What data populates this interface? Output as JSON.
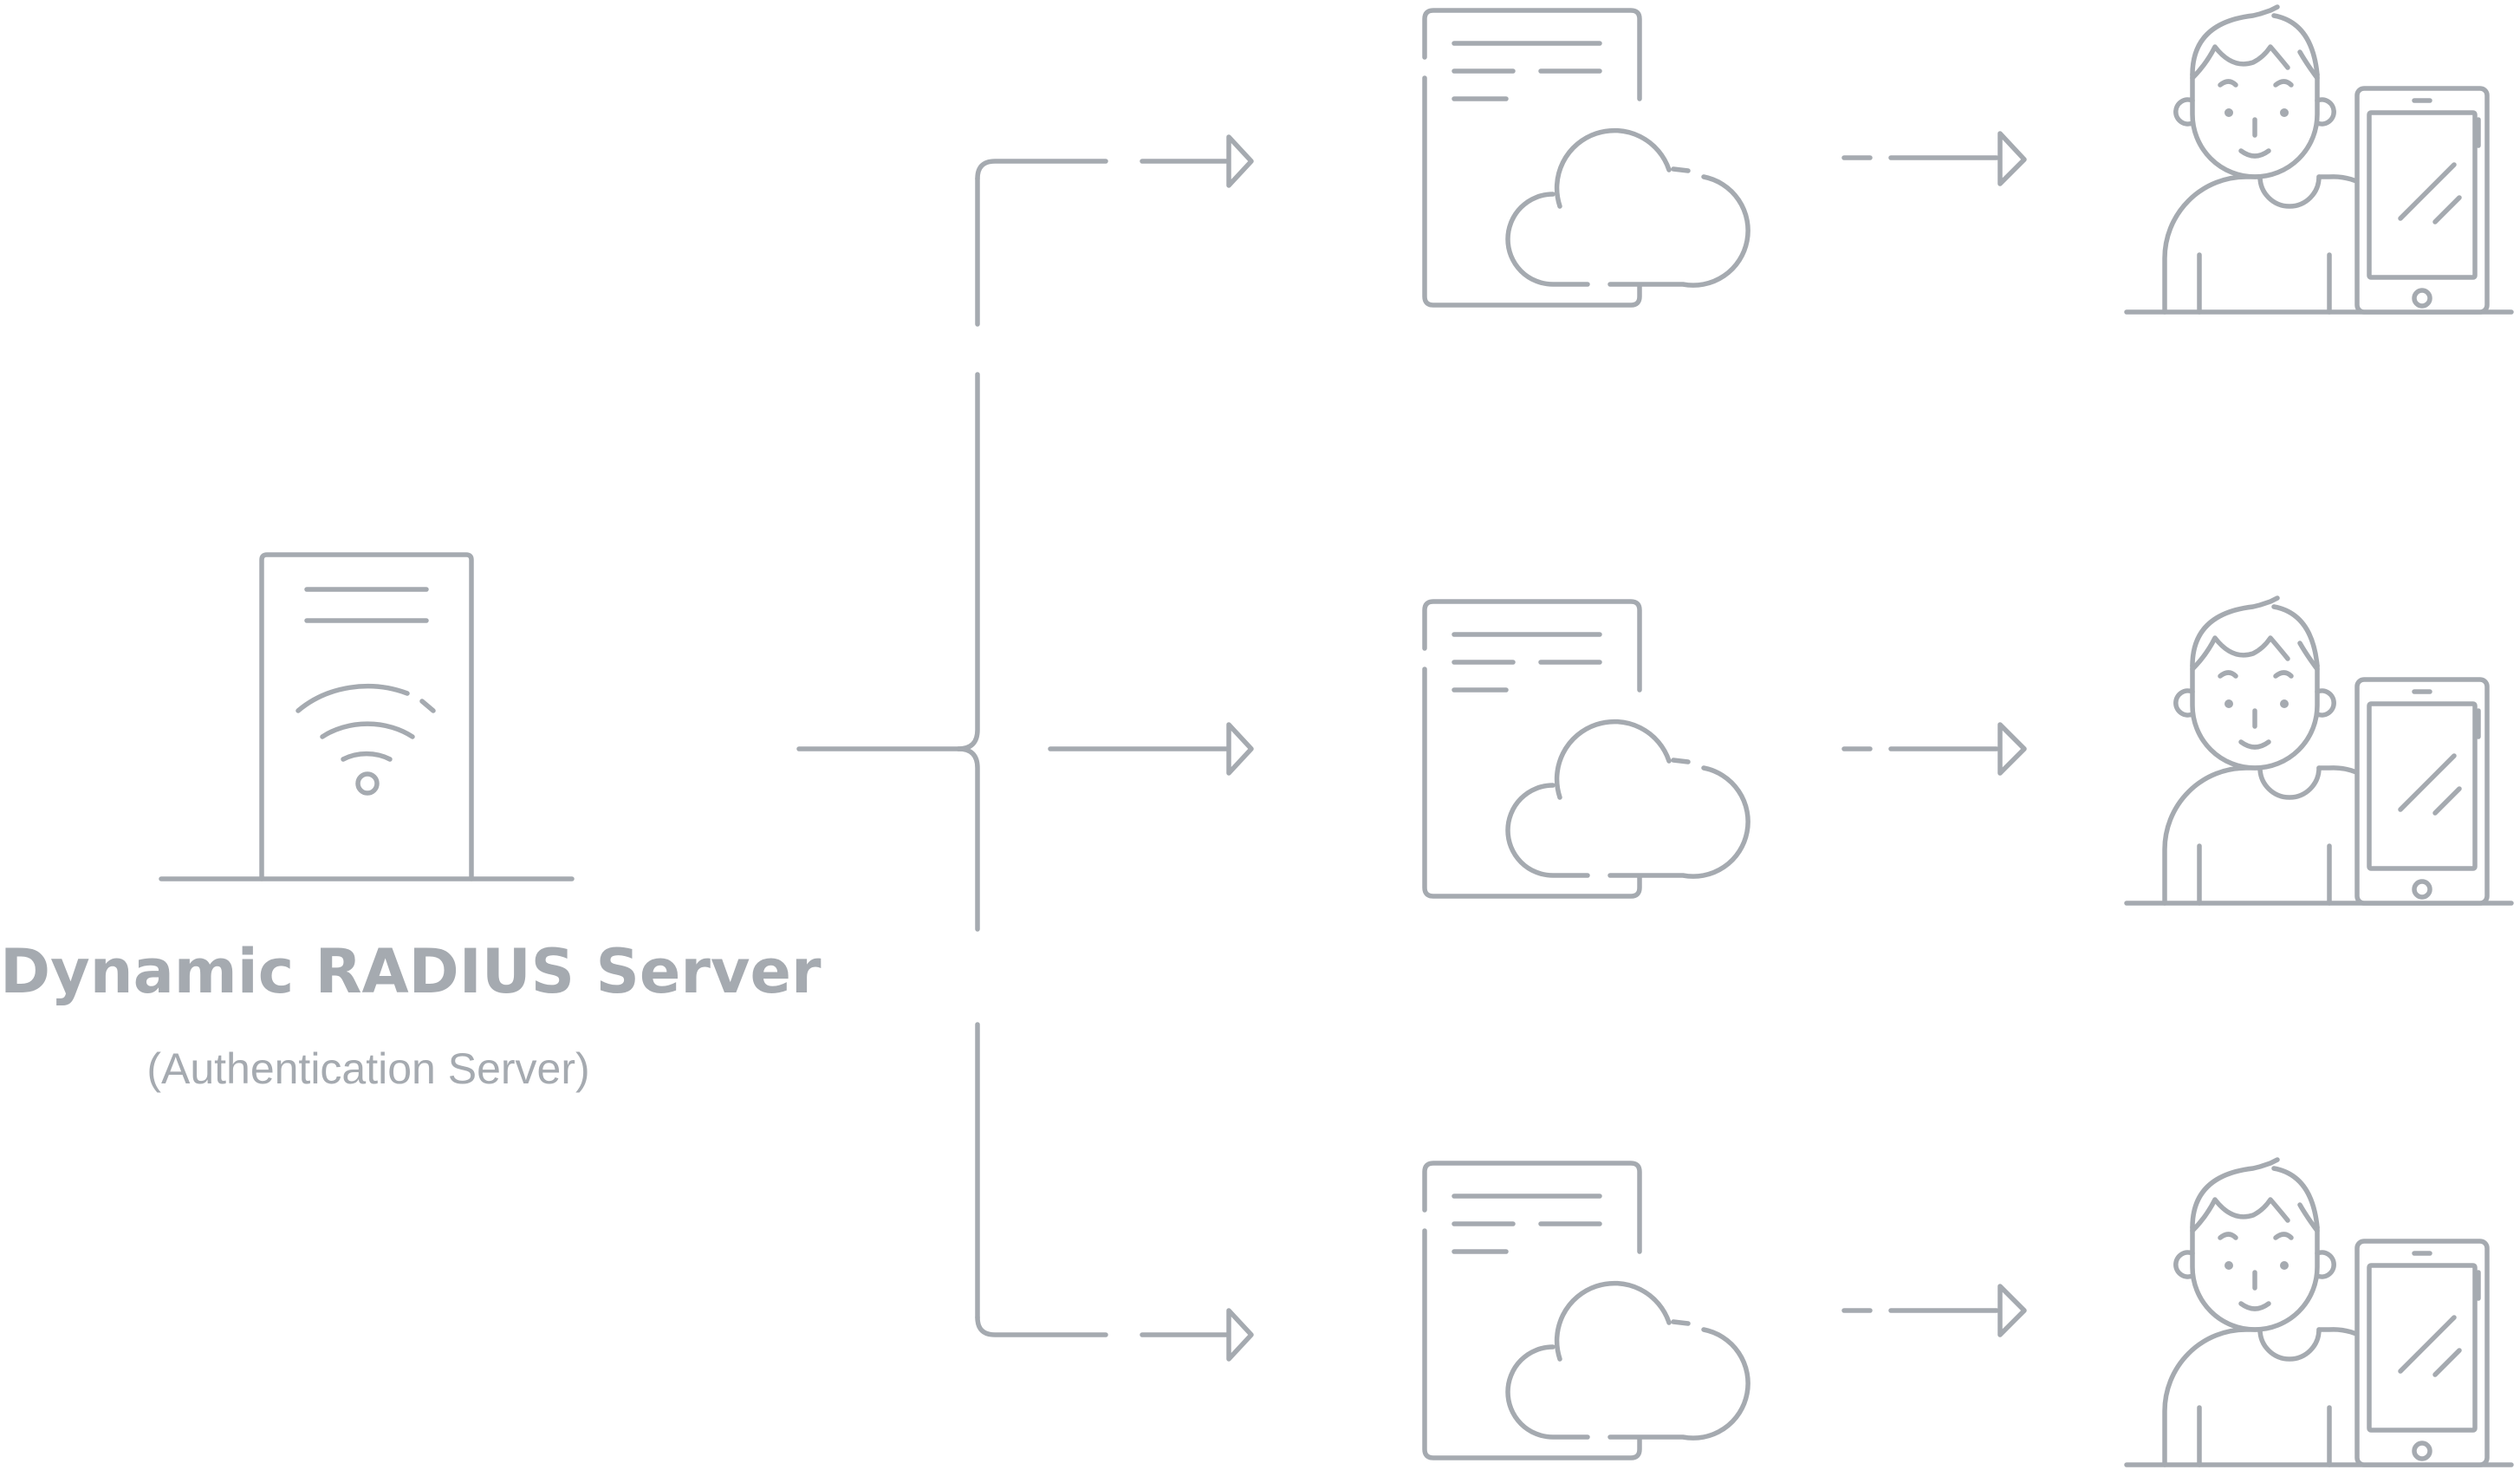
{
  "server": {
    "title": "Dynamic RADIUS Server",
    "subtitle": "(Authentication Server)",
    "icon": "server-wifi-icon"
  },
  "branches": [
    {
      "key": "top",
      "access_point_icon": "cloud-document-icon",
      "user_icon": "user-with-phone-icon"
    },
    {
      "key": "middle",
      "access_point_icon": "cloud-document-icon",
      "user_icon": "user-with-phone-icon"
    },
    {
      "key": "bottom",
      "access_point_icon": "cloud-document-icon",
      "user_icon": "user-with-phone-icon"
    }
  ],
  "colors": {
    "line": "#a5aab0",
    "background": "#ffffff"
  }
}
